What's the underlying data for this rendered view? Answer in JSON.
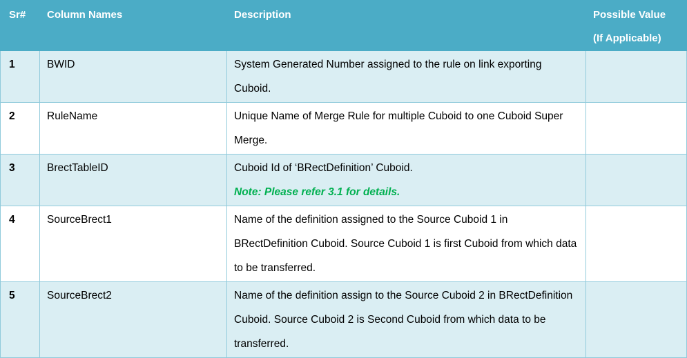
{
  "table": {
    "headers": {
      "sr": "Sr#",
      "column_names": "Column Names",
      "description": "Description",
      "possible_value_line1": "Possible Value",
      "possible_value_line2": "(If Applicable)"
    },
    "rows": [
      {
        "sr": "1",
        "column_name": "BWID",
        "description": "System Generated Number assigned to the rule on link exporting Cuboid.",
        "note": "",
        "possible_value": ""
      },
      {
        "sr": "2",
        "column_name": "RuleName",
        "description": "Unique Name of Merge Rule for multiple Cuboid to one Cuboid Super Merge.",
        "note": "",
        "possible_value": ""
      },
      {
        "sr": "3",
        "column_name": "BrectTableID",
        "description": "Cuboid Id of ‘BRectDefinition’ Cuboid.",
        "note": "Note: Please refer 3.1 for details.",
        "possible_value": ""
      },
      {
        "sr": "4",
        "column_name": "SourceBrect1",
        "description": "Name of the definition assigned to the Source Cuboid 1 in BRectDefinition Cuboid. Source Cuboid 1 is first Cuboid from which data to be transferred.",
        "note": "",
        "possible_value": ""
      },
      {
        "sr": "5",
        "column_name": "SourceBrect2",
        "description": "Name of the definition assign to the Source Cuboid 2 in BRectDefinition Cuboid. Source Cuboid 2 is Second Cuboid from which data to be transferred.",
        "note": "",
        "possible_value": ""
      }
    ]
  },
  "colors": {
    "header_bg": "#4bacc6",
    "header_text": "#ffffff",
    "row_alt_bg": "#daeef3",
    "border": "#8fcadb",
    "note_text": "#00b050"
  }
}
